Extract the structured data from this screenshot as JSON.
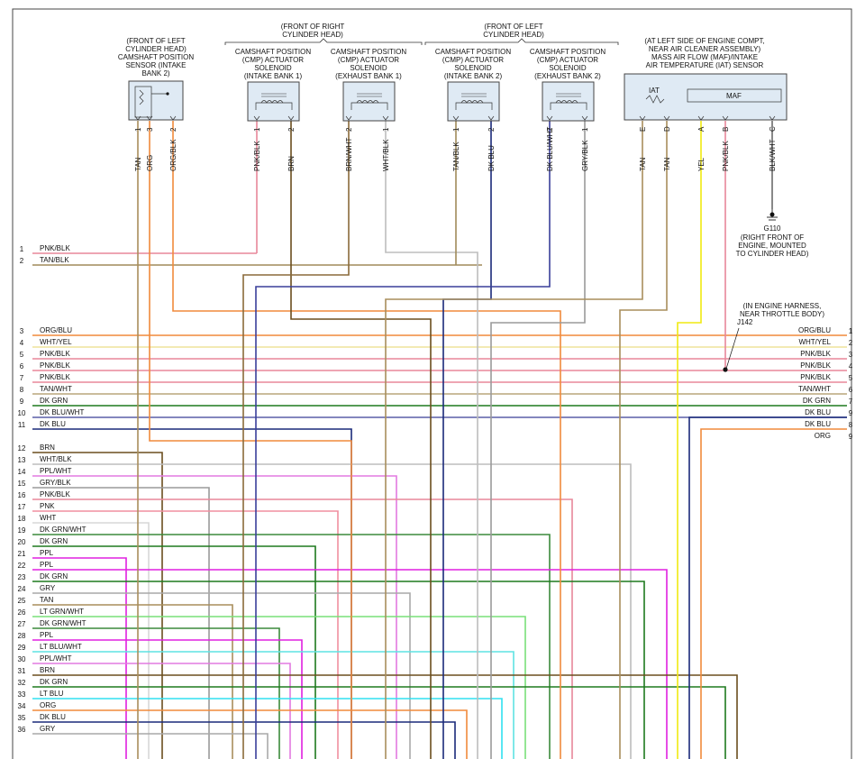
{
  "components": {
    "cmp_left": {
      "caption": [
        "(FRONT OF LEFT",
        "CYLINDER HEAD)",
        "CAMSHAFT POSITION",
        "SENSOR (INTAKE",
        "BANK 2)"
      ],
      "pins": [
        {
          "label": "TAN",
          "num": "1"
        },
        {
          "label": "ORG",
          "num": "3"
        },
        {
          "label": "ORG/BLK",
          "num": "2"
        }
      ]
    },
    "right_head": {
      "caption": [
        "(FRONT OF RIGHT",
        "CYLINDER HEAD)"
      ],
      "act1": {
        "caption": [
          "CAMSHAFT POSITION",
          "(CMP) ACTUATOR",
          "SOLENOID",
          "(INTAKE BANK 1)"
        ],
        "pins": [
          {
            "label": "PNK/BLK",
            "num": "1"
          },
          {
            "label": "BRN",
            "num": "2"
          }
        ]
      },
      "act2": {
        "caption": [
          "CAMSHAFT POSITION",
          "(CMP) ACTUATOR",
          "SOLENOID",
          "(EXHAUST BANK 1)"
        ],
        "pins": [
          {
            "label": "BRN/WHT",
            "num": "2"
          },
          {
            "label": "WHT/BLK",
            "num": "1"
          }
        ]
      }
    },
    "left_head": {
      "caption": [
        "(FRONT OF LEFT",
        "CYLINDER HEAD)"
      ],
      "act3": {
        "caption": [
          "CAMSHAFT POSITION",
          "(CMP) ACTUATOR",
          "SOLENOID",
          "(INTAKE BANK 2)"
        ],
        "pins": [
          {
            "label": "TAN/BLK",
            "num": "1"
          },
          {
            "label": "DK BLU",
            "num": "2"
          }
        ]
      },
      "act4": {
        "caption": [
          "CAMSHAFT POSITION",
          "(CMP) ACTUATOR",
          "SOLENOID",
          "(EXHAUST BANK 2)"
        ],
        "pins": [
          {
            "label": "DK BLU/WHT",
            "num": "2"
          },
          {
            "label": "GRY/BLK",
            "num": "1"
          }
        ]
      }
    },
    "maf": {
      "caption": [
        "(AT LEFT SIDE OF ENGINE COMPT,",
        "NEAR AIR CLEANER ASSEMBLY)",
        "MASS AIR FLOW (MAF)/INTAKE",
        "AIR TEMPERATURE (IAT) SENSOR"
      ],
      "iat_label": "IAT",
      "maf_label": "MAF",
      "pins": [
        {
          "label": "TAN",
          "num": "E"
        },
        {
          "label": "TAN",
          "num": "D"
        },
        {
          "label": "YEL",
          "num": "A"
        },
        {
          "label": "PNK/BLK",
          "num": "B"
        },
        {
          "label": "BLK/WHT",
          "num": "C"
        }
      ]
    },
    "ground": {
      "name": "G110",
      "caption": [
        "(RIGHT FRONT OF",
        "ENGINE, MOUNTED",
        "TO CYLINDER HEAD)"
      ]
    },
    "splice": {
      "caption": [
        "(IN ENGINE HARNESS,",
        "NEAR THROTTLE BODY)"
      ],
      "name": "J142"
    }
  },
  "left_connector": [
    {
      "num": "1",
      "label": "PNK/BLK",
      "color": "#e8879a"
    },
    {
      "num": "2",
      "label": "TAN/BLK",
      "color": "#a08a5a"
    },
    {
      "num": "3",
      "label": "ORG/BLU",
      "color": "#f08a3c"
    },
    {
      "num": "4",
      "label": "WHT/YEL",
      "color": "#efe39b"
    },
    {
      "num": "5",
      "label": "PNK/BLK",
      "color": "#e8879a"
    },
    {
      "num": "6",
      "label": "PNK/BLK",
      "color": "#e8879a"
    },
    {
      "num": "7",
      "label": "PNK/BLK",
      "color": "#e8879a"
    },
    {
      "num": "8",
      "label": "TAN/WHT",
      "color": "#b9a57c"
    },
    {
      "num": "9",
      "label": "DK GRN",
      "color": "#1e7a1e"
    },
    {
      "num": "10",
      "label": "DK BLU/WHT",
      "color": "#5a5fa8"
    },
    {
      "num": "11",
      "label": "DK BLU",
      "color": "#1a2a7a"
    },
    {
      "num": "12",
      "label": "BRN",
      "color": "#6b4e1e"
    },
    {
      "num": "13",
      "label": "WHT/BLK",
      "color": "#bdbdbd"
    },
    {
      "num": "14",
      "label": "PPL/WHT",
      "color": "#e27ae0"
    },
    {
      "num": "15",
      "label": "GRY/BLK",
      "color": "#9a9a9a"
    },
    {
      "num": "16",
      "label": "PNK/BLK",
      "color": "#e8879a"
    },
    {
      "num": "17",
      "label": "PNK",
      "color": "#f08fa0"
    },
    {
      "num": "18",
      "label": "WHT",
      "color": "#d7d7d7"
    },
    {
      "num": "19",
      "label": "DK GRN/WHT",
      "color": "#3b8a3b"
    },
    {
      "num": "20",
      "label": "DK GRN",
      "color": "#1e7a1e"
    },
    {
      "num": "21",
      "label": "PPL",
      "color": "#e020e0"
    },
    {
      "num": "22",
      "label": "PPL",
      "color": "#e020e0"
    },
    {
      "num": "23",
      "label": "DK GRN",
      "color": "#1e7a1e"
    },
    {
      "num": "24",
      "label": "GRY",
      "color": "#a9a9a9"
    },
    {
      "num": "25",
      "label": "TAN",
      "color": "#a88e5c"
    },
    {
      "num": "26",
      "label": "LT GRN/WHT",
      "color": "#79e079"
    },
    {
      "num": "27",
      "label": "DK GRN/WHT",
      "color": "#3b8a3b"
    },
    {
      "num": "28",
      "label": "PPL",
      "color": "#e020e0"
    },
    {
      "num": "29",
      "label": "LT BLU/WHT",
      "color": "#5fe3e3"
    },
    {
      "num": "30",
      "label": "PPL/WHT",
      "color": "#e27ae0"
    },
    {
      "num": "31",
      "label": "BRN",
      "color": "#6b4e1e"
    },
    {
      "num": "32",
      "label": "DK GRN",
      "color": "#1e7a1e"
    },
    {
      "num": "33",
      "label": "LT BLU",
      "color": "#30e0f0"
    },
    {
      "num": "34",
      "label": "ORG",
      "color": "#f08a3c"
    },
    {
      "num": "35",
      "label": "DK BLU",
      "color": "#1a2a7a"
    },
    {
      "num": "36",
      "label": "GRY",
      "color": "#a9a9a9"
    }
  ],
  "right_connector": [
    {
      "num": "1",
      "label": "ORG/BLU"
    },
    {
      "num": "2",
      "label": "WHT/YEL"
    },
    {
      "num": "3",
      "label": "PNK/BLK"
    },
    {
      "num": "4",
      "label": "PNK/BLK"
    },
    {
      "num": "5",
      "label": "PNK/BLK"
    },
    {
      "num": "6",
      "label": "TAN/WHT"
    },
    {
      "num": "7",
      "label": "DK GRN"
    },
    {
      "num": "9",
      "label": "DK BLU"
    },
    {
      "num": "8",
      "label": "DK BLU"
    },
    {
      "num": "9",
      "label": "ORG"
    }
  ]
}
